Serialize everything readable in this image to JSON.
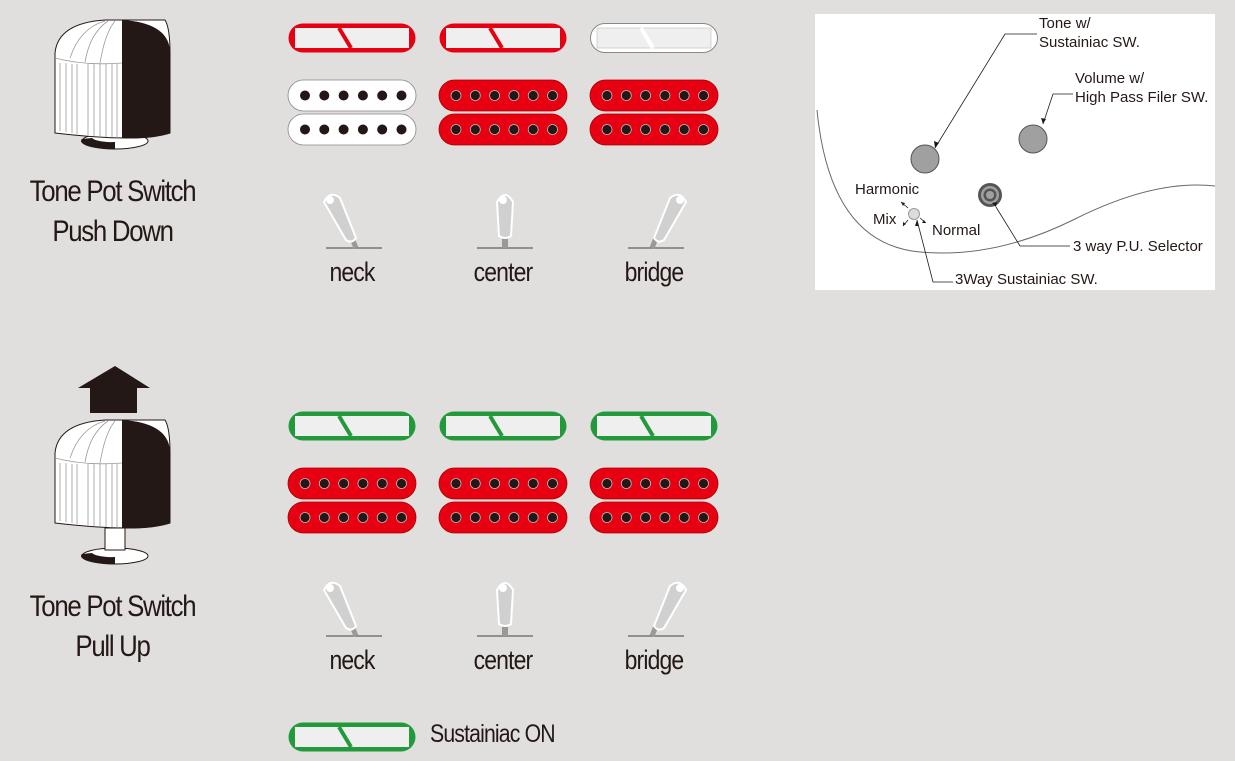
{
  "colors": {
    "background": "#e0dfdd",
    "active_red": "#e60012",
    "sustainiac_green": "#229a3c",
    "inactive_white": "#ffffff",
    "pole_black": "#231815",
    "rail_fill": "#efefef"
  },
  "sections": [
    {
      "id": "push-down",
      "title_line1": "Tone Pot Switch",
      "title_line2": "Push Down",
      "knob_state": "down",
      "positions": [
        {
          "label": "neck",
          "switch": "neck",
          "top_pickup": "red",
          "humbucker": "white"
        },
        {
          "label": "center",
          "switch": "center",
          "top_pickup": "red",
          "humbucker": "red"
        },
        {
          "label": "bridge",
          "switch": "bridge",
          "top_pickup": "white",
          "humbucker": "red"
        }
      ]
    },
    {
      "id": "pull-up",
      "title_line1": "Tone Pot Switch",
      "title_line2": "Pull Up",
      "knob_state": "up",
      "positions": [
        {
          "label": "neck",
          "switch": "neck",
          "top_pickup": "green",
          "humbucker": "red"
        },
        {
          "label": "center",
          "switch": "center",
          "top_pickup": "green",
          "humbucker": "red"
        },
        {
          "label": "bridge",
          "switch": "bridge",
          "top_pickup": "green",
          "humbucker": "red"
        }
      ]
    }
  ],
  "legend": {
    "label": "Sustainiac ON",
    "color": "green"
  },
  "control_panel": {
    "tone_label_1": "Tone w/",
    "tone_label_2": "Sustainiac SW.",
    "volume_label_1": "Volume w/",
    "volume_label_2": "High Pass Filer SW.",
    "harmonic_label": "Harmonic",
    "mix_label": "Mix",
    "normal_label": "Normal",
    "selector_label": "3 way P.U. Selector",
    "sustainiac_switch_label": "3Way Sustainiac SW."
  }
}
